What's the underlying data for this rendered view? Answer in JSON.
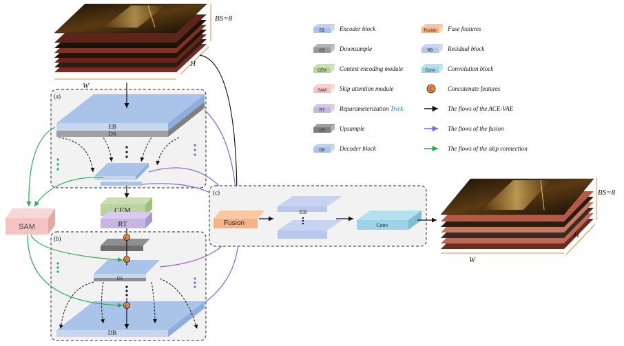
{
  "colors": {
    "encoder": "#a9c4e8",
    "downsample": "#9a9a9a",
    "cem": "#b9d49c",
    "sam": "#f4c3c3",
    "rt": "#c7b6e2",
    "upsample": "#7f7f7f",
    "decoder": "#a9c4e8",
    "fusion": "#f7b283",
    "residual": "#b9c7ec",
    "conv": "#9dd3e6",
    "concat": "#ef8a3a",
    "flow_ace": "#111111",
    "flow_fusion": "#8b5cf6",
    "flow_skip": "#22b14c"
  },
  "input_stack": {
    "bs": "BS=8",
    "h": "H",
    "w": "W"
  },
  "output_stack": {
    "bs": "BS=8",
    "h": "H",
    "w": "W"
  },
  "panel_a": {
    "tag": "(a)",
    "eb": "EB",
    "ds": "DS"
  },
  "panel_b": {
    "tag": "(b)",
    "us": "US",
    "db": "DB"
  },
  "panel_c": {
    "tag": "(c)",
    "fusion": "Fusion",
    "rb": "RB",
    "conv": "Conv"
  },
  "cem_label": "CEM",
  "rt_label": "RT",
  "sam_label": "SAM",
  "concat_symbol": "C",
  "legend": [
    {
      "chip": "EB",
      "text": "Encoder block",
      "icon": "block"
    },
    {
      "chip": "DS",
      "text": "Downsample",
      "icon": "block"
    },
    {
      "chip": "CEM",
      "text": "Context encoding module",
      "icon": "block"
    },
    {
      "chip": "SAM",
      "text": "Skip attention module",
      "icon": "block"
    },
    {
      "chip": "RT",
      "text": "Reparameterization",
      "text_extra": "Trick",
      "icon": "block"
    },
    {
      "chip": "US",
      "text": "Upsample",
      "icon": "block"
    },
    {
      "chip": "DB",
      "text": "Decoder block",
      "icon": "block"
    },
    {
      "chip": "Fusion",
      "text": "Fuse features",
      "icon": "block"
    },
    {
      "chip": "RB",
      "text": "Residual block",
      "icon": "block"
    },
    {
      "chip": "Conv",
      "text": "Convolution block",
      "icon": "block"
    },
    {
      "chip": "C",
      "text": "Concatenate  features",
      "icon": "concat-icon"
    },
    {
      "chip": "",
      "text": "The flows of the ACE-VAE",
      "icon": "arrow-black-icon"
    },
    {
      "chip": "",
      "text": "The flows of the fusion",
      "icon": "arrow-purple-icon"
    },
    {
      "chip": "",
      "text": "The flows of the skip connection",
      "icon": "arrow-green-icon"
    }
  ]
}
